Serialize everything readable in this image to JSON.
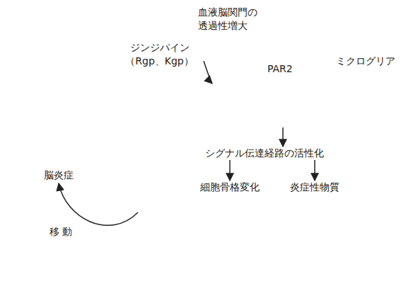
{
  "diagram": {
    "nodes": [
      {
        "text": [
          "ジンジパイン （Rgp、Kgp）"
        ]
      },
      {
        "text": [
          "ミクログリア"
        ]
      },
      {
        "text": [
          "PAR2"
        ],
        "in": 1
      },
      {
        "text": [
          "シグナル伝達経路の活性化"
        ],
        "in": 1
      },
      {
        "text": [
          "細胞骨格変化"
        ],
        "in": 1
      },
      {
        "text": [
          "炎症性物質"
        ],
        "in": 1
      },
      {
        "text": [
          "脳炎症"
        ]
      }
    ],
    "edges": [
      {
        "from": 0,
        "to": 2,
        "arrow": "to"
      },
      {
        "from": 2,
        "to": 3,
        "arrow": "to"
      },
      {
        "from": 3,
        "to": 4,
        "arrow": "to"
      },
      {
        "from": 3,
        "to": 5,
        "arrow": "to"
      },
      {
        "from": 1,
        "to": 6,
        "arrow": "to",
        "label": "移 動"
      }
    ],
    "labels": [
      "血液脳関門の 透過性増大"
    ]
  }
}
